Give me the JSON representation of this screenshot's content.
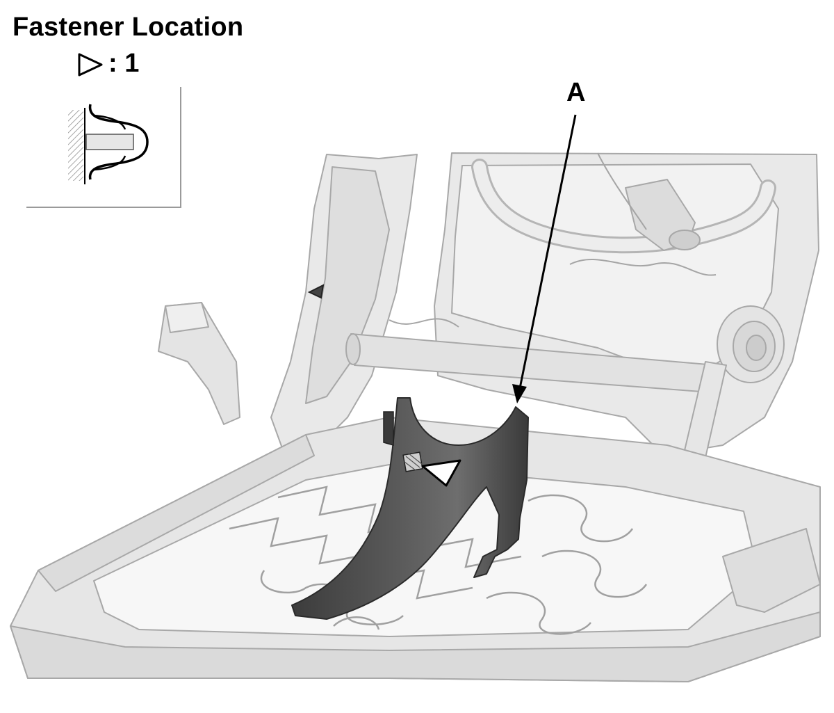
{
  "header": {
    "title": "Fastener Location",
    "legend_count_text": ": 1"
  },
  "callouts": {
    "part_a": "A"
  },
  "colors": {
    "line": "#000000",
    "frame_fill": "#e9e9e9",
    "frame_stroke": "#a8a8a8",
    "garnish_fill": "#4a4a4a",
    "garnish_highlight": "#6a6a6a",
    "background": "#ffffff"
  },
  "icons": {
    "legend_symbol": "clip-fastener-triangle-icon",
    "detail_inset": "push-clip-detail-icon"
  }
}
